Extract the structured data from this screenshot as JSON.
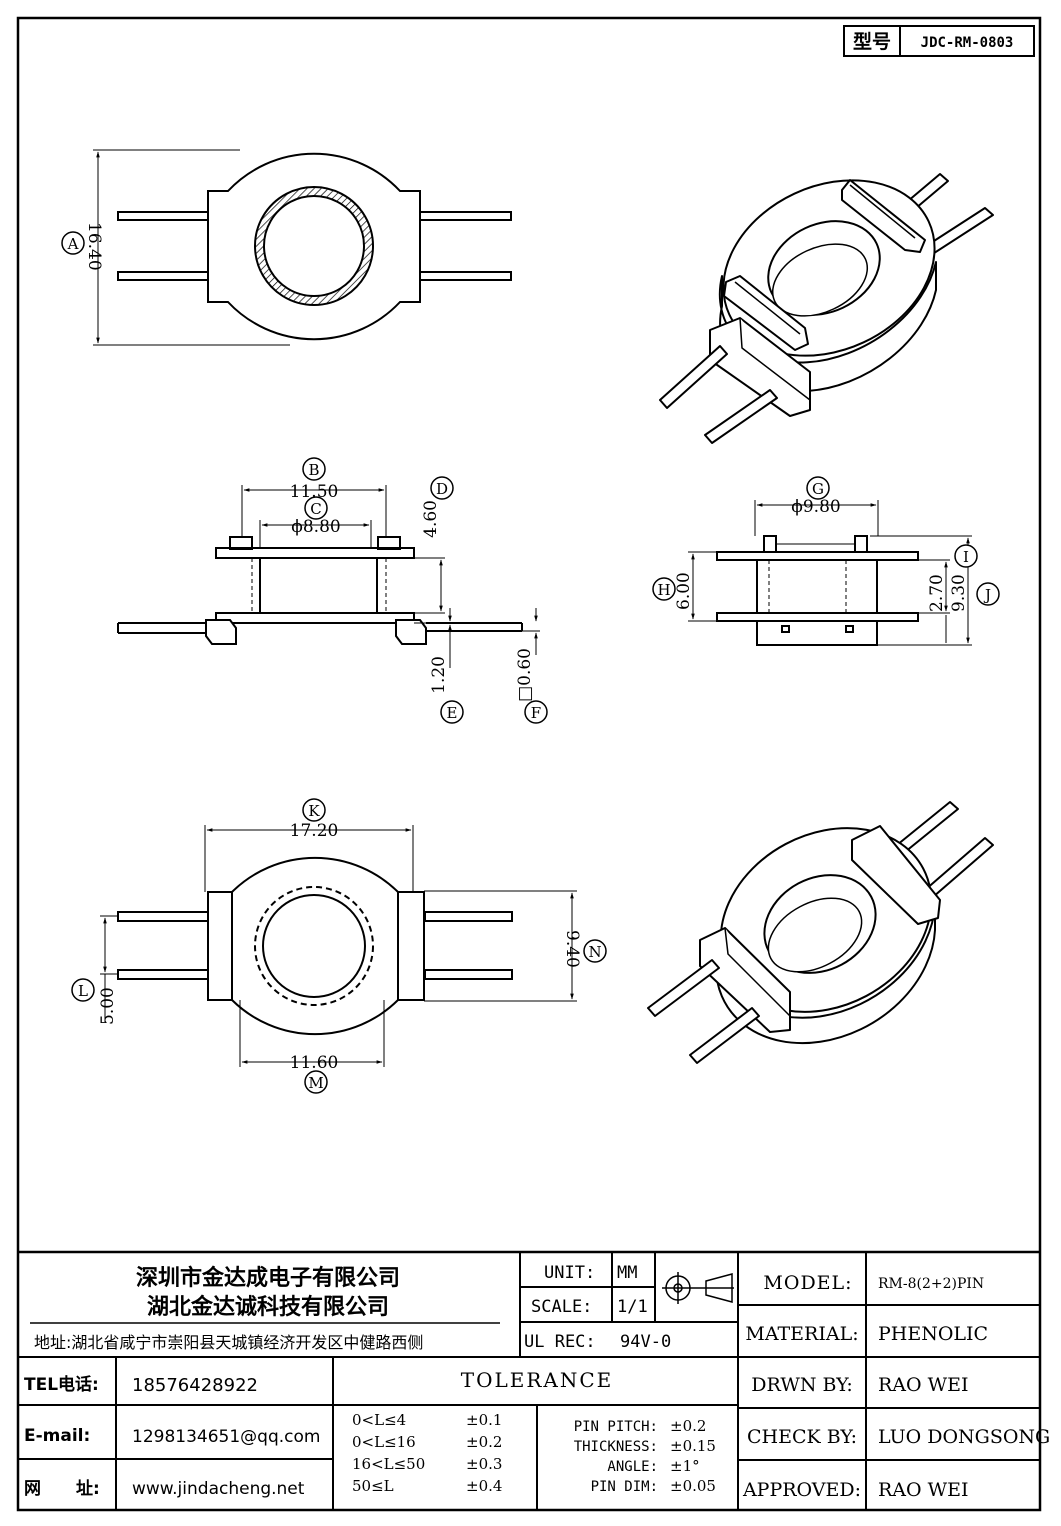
{
  "model_box": {
    "label": "型号",
    "value": "JDC-RM-0803"
  },
  "dims": {
    "A": {
      "letter": "A",
      "value": "16.40"
    },
    "B": {
      "letter": "B",
      "value": "11.50"
    },
    "C": {
      "letter": "C",
      "value": "ϕ8.80"
    },
    "D": {
      "letter": "D",
      "value": "4.60"
    },
    "E": {
      "letter": "E",
      "value": "1.20"
    },
    "F": {
      "letter": "F",
      "value": "□0.60"
    },
    "G": {
      "letter": "G",
      "value": "ϕ9.80"
    },
    "H": {
      "letter": "H",
      "value": "6.00"
    },
    "I": {
      "letter": "I",
      "value": "2.70"
    },
    "J": {
      "letter": "J",
      "value": "9.30"
    },
    "K": {
      "letter": "K",
      "value": "17.20"
    },
    "L": {
      "letter": "L",
      "value": "5.00"
    },
    "M": {
      "letter": "M",
      "value": "11.60"
    },
    "N": {
      "letter": "N",
      "value": "9.40"
    }
  },
  "title_block": {
    "company_1": "深圳市金达成电子有限公司",
    "company_2": "湖北金达诚科技有限公司",
    "address": "地址:湖北省咸宁市崇阳县天城镇经济开发区中健路西侧",
    "tel_label": "TEL电话:",
    "tel": "18576428922",
    "email_label": "E-mail:",
    "email": "1298134651@qq.com",
    "web_label_1": "网",
    "web_label_2": "址:",
    "web": "www.jindacheng.net",
    "unit_label": "UNIT:",
    "unit": "MM",
    "scale_label": "SCALE:",
    "scale": "1/1",
    "ul_label": "UL REC:",
    "ul": "94V-0",
    "tolerance_title": "TOLERANCE",
    "tolerances": [
      {
        "range": "0<L≤4",
        "value": "±0.1"
      },
      {
        "range": "0<L≤16",
        "value": "±0.2"
      },
      {
        "range": "16<L≤50",
        "value": "±0.3"
      },
      {
        "range": "50≤L",
        "value": "±0.4"
      }
    ],
    "pin_tolerances": [
      {
        "label": "PIN PITCH:",
        "value": "±0.2"
      },
      {
        "label": "THICKNESS:",
        "value": "±0.15"
      },
      {
        "label": "ANGLE:",
        "value": "±1°"
      },
      {
        "label": "PIN DIM:",
        "value": "±0.05"
      }
    ],
    "model_label": "MODEL:",
    "model": "RM-8(2+2)PIN",
    "material_label": "MATERIAL:",
    "material": "PHENOLIC",
    "drawn_label": "DRWN BY:",
    "drawn": "RAO WEI",
    "check_label": "CHECK BY:",
    "check": "LUO DONGSONG",
    "approved_label": "APPROVED:",
    "approved": "RAO WEI"
  }
}
